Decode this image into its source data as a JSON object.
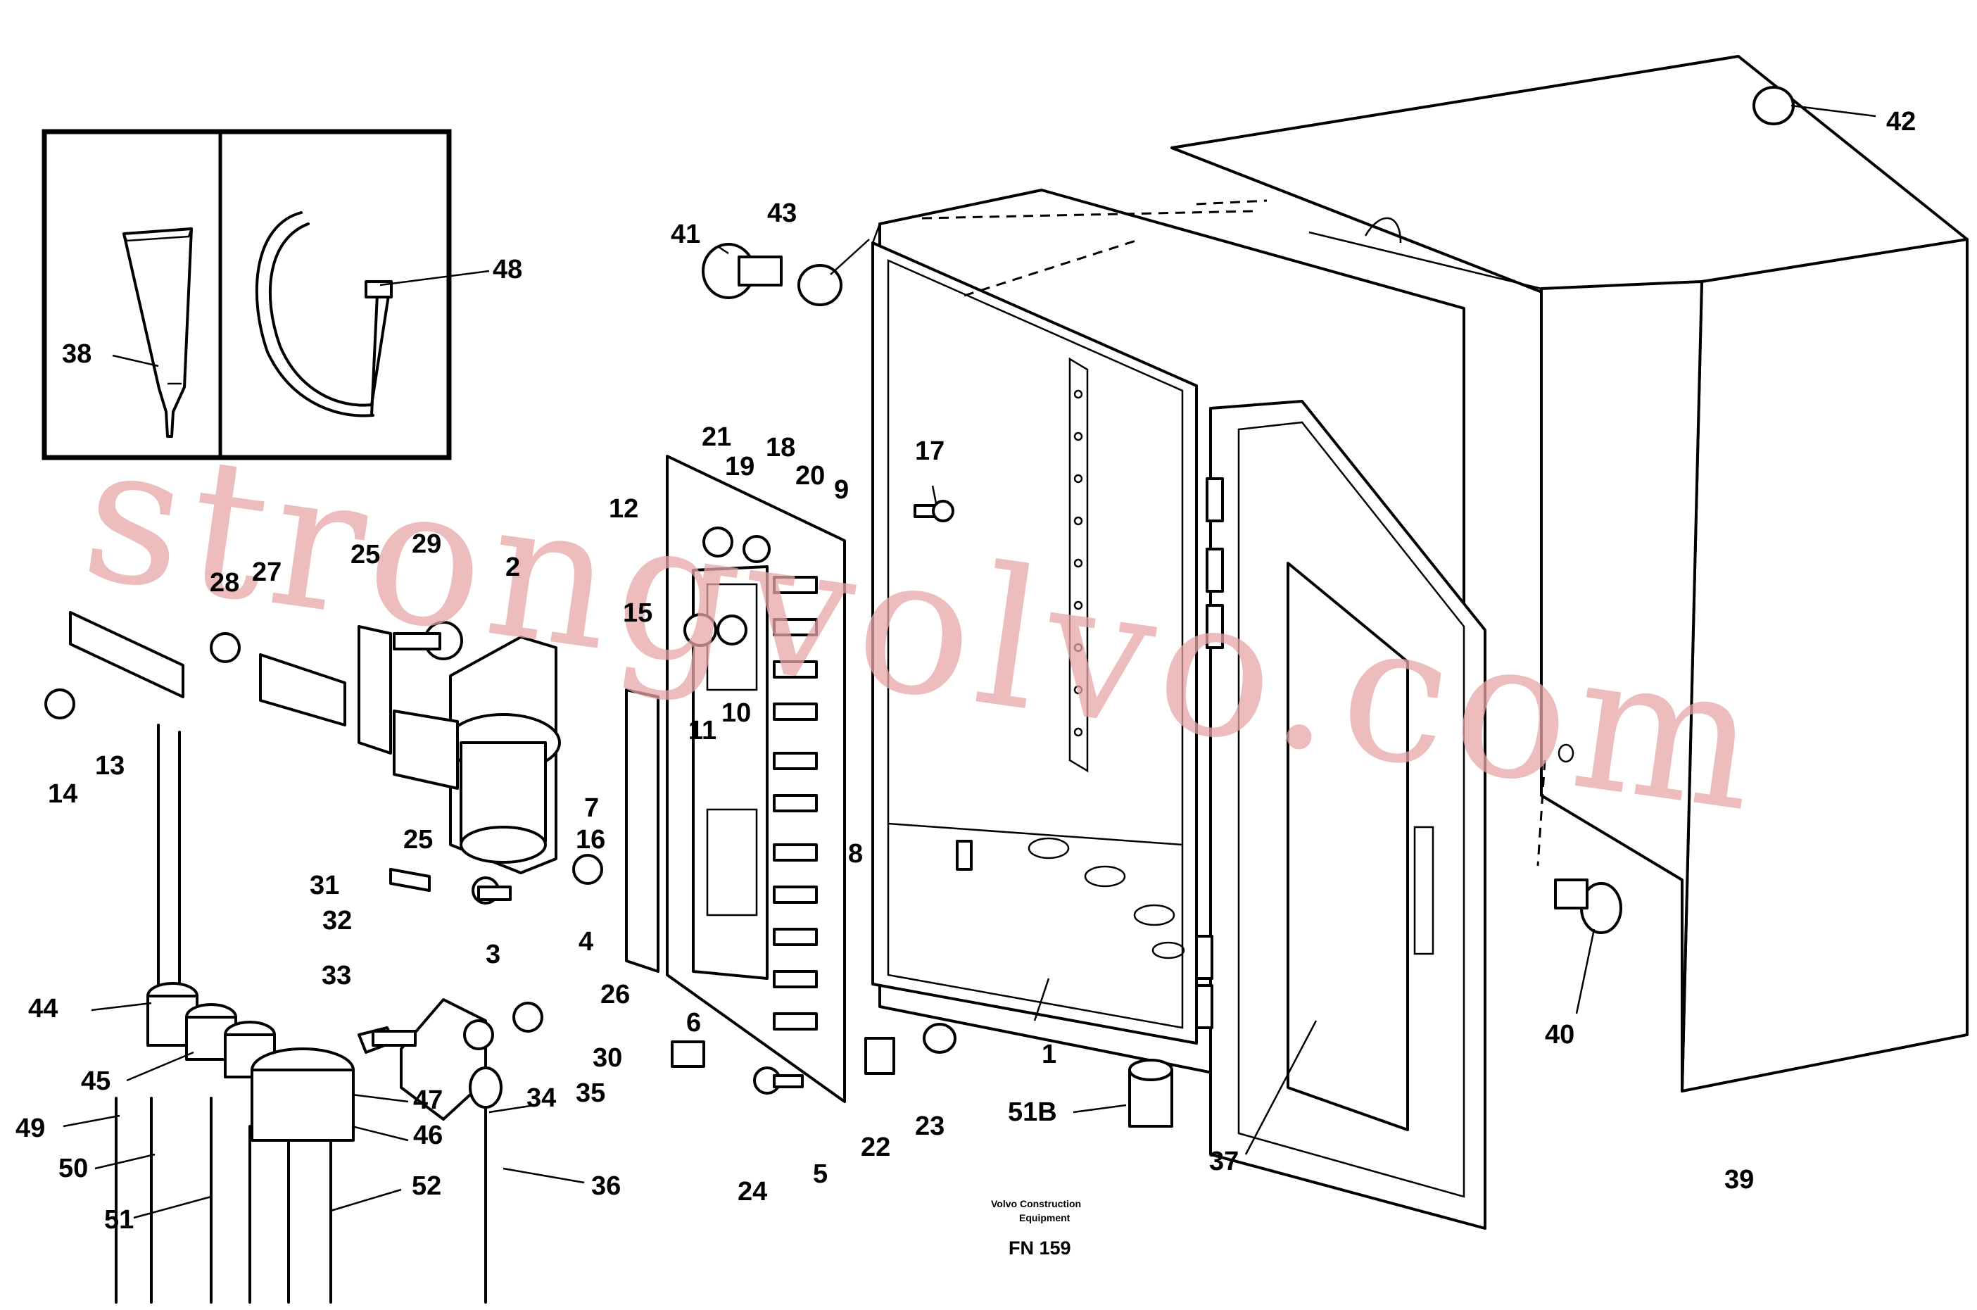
{
  "publisher_note_line1": "Volvo Construction",
  "publisher_note_line2": "Equipment",
  "figure_code": "FN 159",
  "watermark": "strongvolvo.com",
  "callouts": [
    "1",
    "2",
    "3",
    "4",
    "5",
    "6",
    "7",
    "8",
    "9",
    "10",
    "11",
    "12",
    "13",
    "14",
    "15",
    "16",
    "17",
    "18",
    "19",
    "20",
    "21",
    "22",
    "23",
    "24",
    "25",
    "25",
    "26",
    "27",
    "28",
    "29",
    "30",
    "31",
    "32",
    "33",
    "34",
    "35",
    "36",
    "37",
    "38",
    "39",
    "40",
    "41",
    "42",
    "43",
    "44",
    "45",
    "46",
    "47",
    "48",
    "49",
    "50",
    "51",
    "51B",
    "52"
  ]
}
